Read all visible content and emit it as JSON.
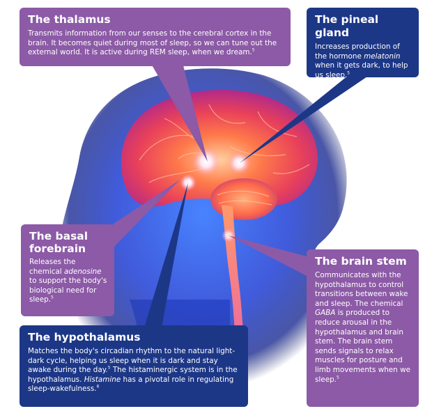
{
  "boxes": {
    "thalamus": {
      "title": "The thalamus",
      "text": "Transmits information from our senses to the cerebral cortex in the brain. It becomes quiet during most of sleep, so we can tune out the external world. It is active during REM sleep, when we dream.",
      "ref": "5"
    },
    "pineal": {
      "title": "The pineal gland",
      "text_before": "Increases production of the hormone ",
      "emphasis": "melatonin",
      "text_after": " when it gets dark, to help us sleep.",
      "ref": "5"
    },
    "basal": {
      "title": "The basal forebrain",
      "text_before": "Releases the chemical ",
      "emphasis": "adenosine",
      "text_after": " to support the body's biological need for sleep.",
      "ref": "5"
    },
    "stem": {
      "title": "The brain stem",
      "text_before": "Communicates with the hypothalamus to control transitions between wake and sleep. The chemical ",
      "emphasis": "GABA",
      "text_after": " is produced to reduce arousal in the hypothalamus and brain stem. The brain stem sends signals to relax muscles for posture and limb movements when we sleep.",
      "ref": "5"
    },
    "hypothalamus": {
      "title": "The hypothalamus",
      "text_before": "Matches the body's circadian rhythm to the natural light-dark cycle, helping us sleep when it is dark and stay awake during the day.",
      "ref1": "5",
      "text_middle": " The histaminergic system is in the hypothalamus. ",
      "emphasis": "Histamine",
      "text_after": " has a pivotal role in regulating sleep-wakefulness.",
      "ref2": "6"
    }
  },
  "colors": {
    "purple": "#8c5aa6",
    "navy": "#1d3787",
    "head_glow": "#2b5cff",
    "brain": "#ff6a3c"
  }
}
